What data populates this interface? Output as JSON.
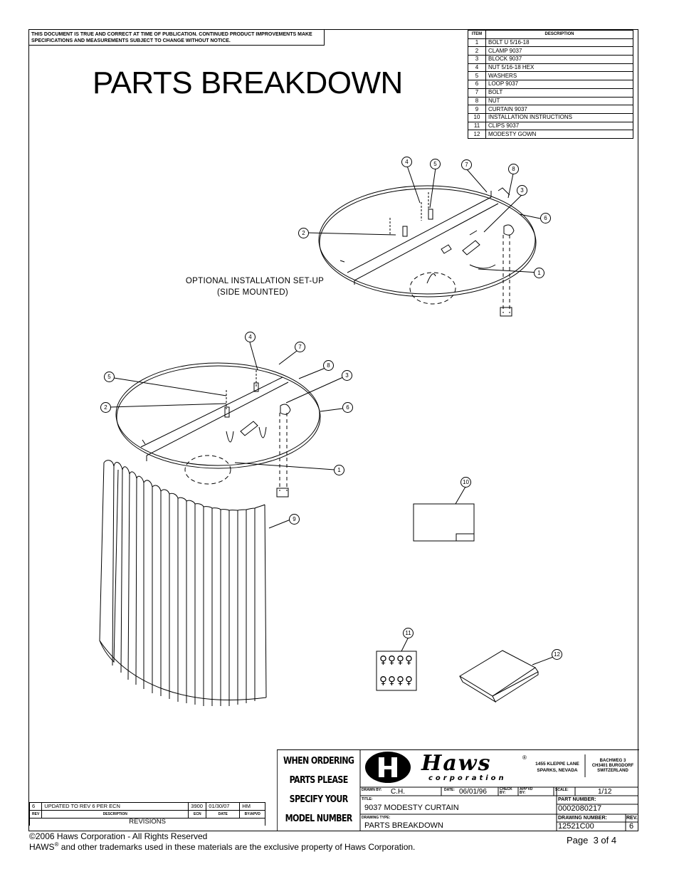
{
  "notice": "THIS DOCUMENT IS TRUE AND CORRECT AT TIME OF PUBLICATION. CONTINUED PRODUCT IMPROVEMENTS MAKE SPECIFICATIONS AND MEASUREMENTS SUBJECT TO CHANGE WITHOUT NOTICE.",
  "title": "PARTS BREAKDOWN",
  "parts_table": {
    "col_item": "ITEM",
    "col_desc": "DESCRIPTION",
    "rows": [
      {
        "item": "1",
        "desc": "BOLT U 5/16-18"
      },
      {
        "item": "2",
        "desc": "CLAMP 9037"
      },
      {
        "item": "3",
        "desc": "BLOCK 9037"
      },
      {
        "item": "4",
        "desc": "NUT 5/16-18 HEX"
      },
      {
        "item": "5",
        "desc": "WASHERS"
      },
      {
        "item": "6",
        "desc": "LOOP 9037"
      },
      {
        "item": "7",
        "desc": "BOLT"
      },
      {
        "item": "8",
        "desc": "NUT"
      },
      {
        "item": "9",
        "desc": "CURTAIN 9037"
      },
      {
        "item": "10",
        "desc": "INSTALLATION INSTRUCTIONS"
      },
      {
        "item": "11",
        "desc": "CLIPS 9037"
      },
      {
        "item": "12",
        "desc": "MODESTY GOWN"
      }
    ]
  },
  "optional_label_1": "OPTIONAL INSTALLATION SET-UP",
  "optional_label_2": "(SIDE MOUNTED)",
  "callouts": [
    "1",
    "2",
    "3",
    "4",
    "5",
    "6",
    "7",
    "8",
    "9",
    "10",
    "11",
    "12"
  ],
  "ordering": [
    "WHEN ORDERING",
    "PARTS PLEASE",
    "SPECIFY YOUR",
    "MODEL NUMBER"
  ],
  "company": {
    "logo_text": "Haws",
    "logo_sub": "corporation",
    "us_address_1": "1455 KLEPPE LANE",
    "us_address_2": "SPARKS, NEVADA",
    "eu_address_1": "BACHWEG 3",
    "eu_address_2": "CH3401 BURGDORF",
    "eu_address_3": "SWITZERLAND"
  },
  "title_block": {
    "drawn_by_label": "DRAWN BY:",
    "drawn_by": "C.H.",
    "date_label": "DATE:",
    "date": "06/01/96",
    "check_label": "CHECK BY:",
    "appvd_label": "APP'VD BY:",
    "scale_label": "SCALE:",
    "scale": "1/12",
    "title_label": "TITLE:",
    "title": "9037 MODESTY CURTAIN",
    "part_number_label": "PART NUMBER:",
    "part_number": "0002080217",
    "drawing_type_label": "DRAWING TYPE:",
    "drawing_type": "PARTS BREAKDOWN",
    "drawing_number_label": "DRAWING NUMBER:",
    "drawing_number": "12521C00",
    "rev_label": "REV.",
    "rev": "6"
  },
  "revisions": {
    "row": {
      "rev": "6",
      "description": "UPDATED TO REV 6 PER ECN",
      "ecn": "3900",
      "date": "01/30/07",
      "by": "HM"
    },
    "headers": {
      "rev": "REV",
      "description": "DESCRIPTION",
      "ecn": "ECN",
      "date": "DATE",
      "by": "BY/APVD"
    },
    "caption": "REVISIONS"
  },
  "footer": {
    "copyright": "©2006 Haws Corporation - All Rights Reserved",
    "trademark_prefix": "HAWS",
    "trademark_sup": "®",
    "trademark_rest": " and other trademarks used in these materials are the exclusive property of Haws Corporation.",
    "page": "Page  3 of 4"
  }
}
